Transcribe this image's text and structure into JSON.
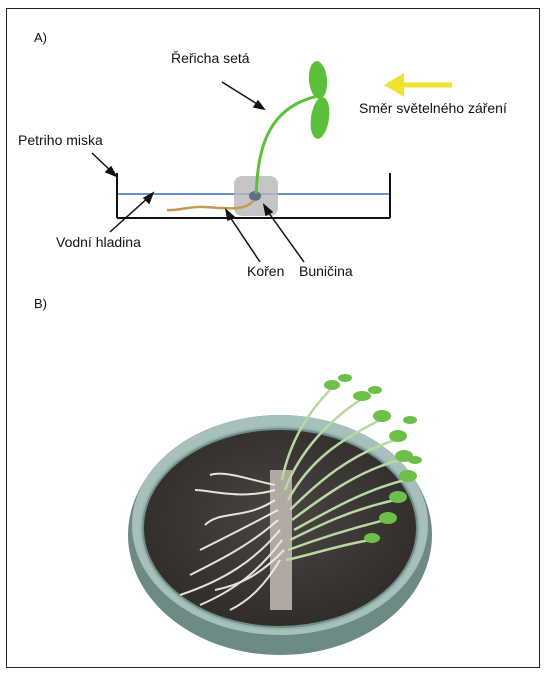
{
  "panel_a": {
    "label": "A)",
    "labels": {
      "plant": "Řeřicha setá",
      "light": "Směr světelného záření",
      "dish": "Petriho miska",
      "water": "Vodní hladina",
      "root": "Kořen",
      "cellulose": "Buničina"
    },
    "colors": {
      "plant": "#5cbf3a",
      "water": "#6a93c7",
      "root": "#c49a4e",
      "cellulose": "#b7b7b7",
      "arrow": "#f0e230"
    }
  },
  "panel_b": {
    "label": "B)",
    "description_icons": [
      "petri-dish-photo"
    ]
  }
}
